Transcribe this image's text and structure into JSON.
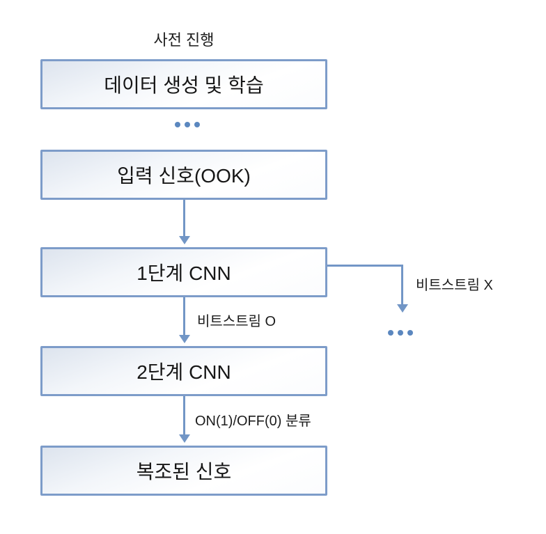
{
  "diagram": {
    "pre_label": "사전 진행",
    "boxes": [
      {
        "id": "data-generation-training",
        "label": "데이터 생성 및 학습"
      },
      {
        "id": "input-signal-ook",
        "label": "입력 신호(OOK)"
      },
      {
        "id": "stage1-cnn",
        "label": "1단계 CNN"
      },
      {
        "id": "stage2-cnn",
        "label": "2단계 CNN"
      },
      {
        "id": "demodulated-signal",
        "label": "복조된 신호"
      }
    ],
    "edge_labels": {
      "bitstream_o": "비트스트림 O",
      "bitstream_x": "비트스트림 X",
      "on_off_classification": "ON(1)/OFF(0) 분류"
    },
    "colors": {
      "box_border": "#7d9cc9",
      "arrow": "#7296c6",
      "dots": "#5b87bf",
      "text": "#1b1b1b",
      "background": "#ffffff"
    }
  }
}
